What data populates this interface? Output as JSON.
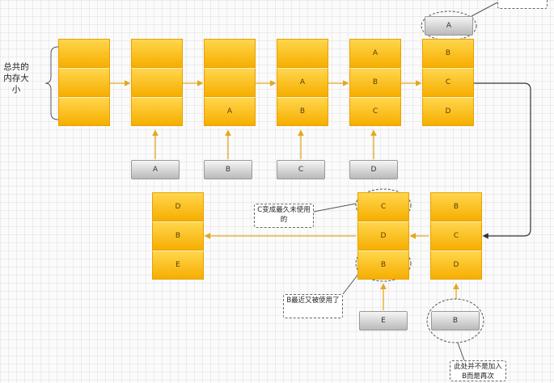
{
  "side_label": "总共的内存大小",
  "row1": {
    "stacks": [
      [
        "",
        "",
        ""
      ],
      [
        "",
        "",
        ""
      ],
      [
        "",
        "",
        "A"
      ],
      [
        "",
        "A",
        "B"
      ],
      [
        "A",
        "B",
        "C"
      ],
      [
        "B",
        "C",
        "D"
      ]
    ],
    "inputs": [
      "A",
      "B",
      "C",
      "D"
    ],
    "evicted": "A"
  },
  "row2": {
    "result_stack": [
      "D",
      "B",
      "E"
    ],
    "middle_stack": [
      "C",
      "D",
      "B"
    ],
    "right_stack": [
      "B",
      "C",
      "D"
    ],
    "input_e": "E",
    "input_b": "B"
  },
  "notes": {
    "c_lru": "C变成最久未使用的",
    "b_recent": "B最近又被使用了",
    "b_not_added": "此处并不是加入B而是再次",
    "top_right": ""
  },
  "colors": {
    "cell_top": "#ffd64d",
    "cell_bottom": "#f6ae00",
    "arrow": "#e3a81e",
    "back_arrow": "#333333",
    "gray_box": "#c8c8c8"
  }
}
